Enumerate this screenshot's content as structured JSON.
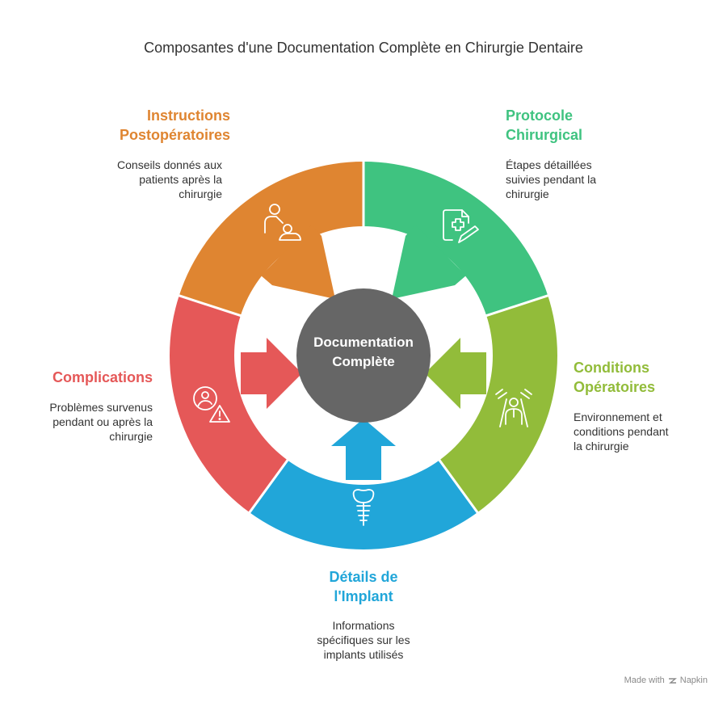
{
  "title": "Composantes d'une Documentation Complète en Chirurgie Dentaire",
  "center": {
    "line1": "Documentation",
    "line2": "Complète",
    "color": "#666666"
  },
  "sections": [
    {
      "id": "instructions",
      "title_line1": "Instructions",
      "title_line2": "Postopératoires",
      "desc": [
        "Conseils donnés aux",
        "patients après la",
        "chirurgie"
      ],
      "color": "#DF8531",
      "icon": "patient-care-icon"
    },
    {
      "id": "protocole",
      "title_line1": "Protocole",
      "title_line2": "Chirurgical",
      "desc": [
        "Étapes détaillées",
        "suivies pendant la",
        "chirurgie"
      ],
      "color": "#3FC380",
      "icon": "medical-document-icon"
    },
    {
      "id": "conditions",
      "title_line1": "Conditions",
      "title_line2": "Opératoires",
      "desc": [
        "Environnement et",
        "conditions pendant",
        "la chirurgie"
      ],
      "color": "#92BC3A",
      "icon": "surgeon-lights-icon"
    },
    {
      "id": "implant",
      "title_line1": "Détails de",
      "title_line2": "l'Implant",
      "desc": [
        "Informations",
        "spécifiques sur les",
        "implants utilisés"
      ],
      "color": "#21A6D9",
      "icon": "dental-implant-icon"
    },
    {
      "id": "complications",
      "title_line1": "Complications",
      "title_line2": "",
      "desc": [
        "Problèmes survenus",
        "pendant ou après la",
        "chirurgie"
      ],
      "color": "#E55858",
      "icon": "person-warning-icon"
    }
  ],
  "footer": {
    "made_with": "Made with",
    "brand": "Napkin"
  }
}
